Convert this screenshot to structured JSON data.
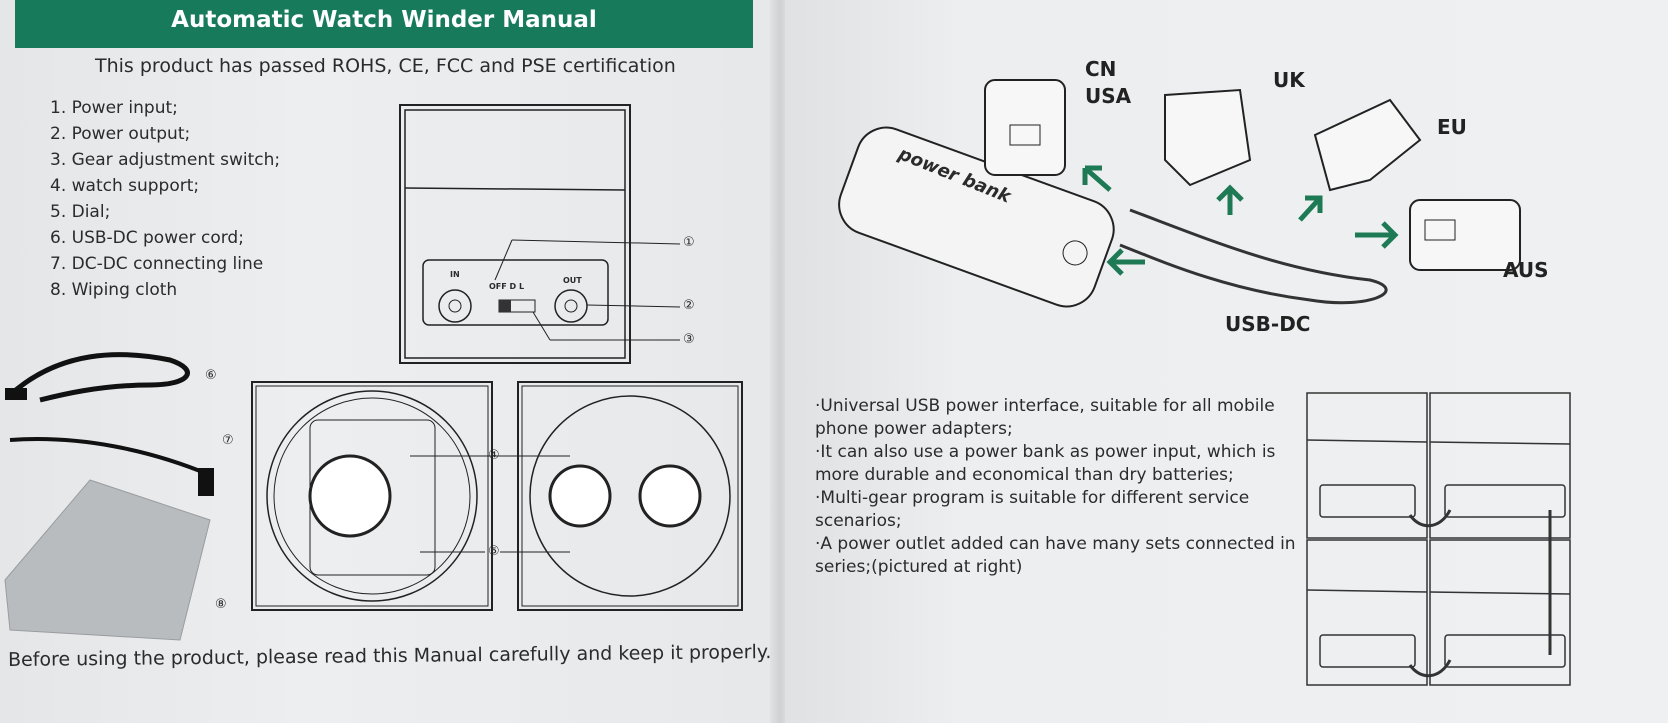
{
  "left_page": {
    "title": "Automatic Watch Winder Manual",
    "certification": "This product has passed ROHS, CE, FCC and PSE certification",
    "parts": [
      "1. Power input;",
      "2. Power output;",
      "3. Gear adjustment switch;",
      "4. watch support;",
      "5. Dial;",
      "6. USB-DC power cord;",
      "7. DC-DC connecting line",
      "8. Wiping cloth"
    ],
    "panel": {
      "in_label": "IN",
      "out_label": "OUT",
      "switch_labels": "OFF D L"
    },
    "callouts": [
      "①",
      "②",
      "③",
      "④",
      "⑤",
      "⑥",
      "⑦",
      "⑧"
    ],
    "footer": "Before using the product, please read this Manual carefully and keep it properly."
  },
  "right_page": {
    "power_bank_label": "power bank",
    "adapters": {
      "cn_usa": [
        "CN",
        "USA"
      ],
      "uk": "UK",
      "eu": "EU",
      "aus": "AUS"
    },
    "cable_label": "USB-DC",
    "bullets": [
      "·Universal USB power interface, suitable for all mobile phone power adapters;",
      "·It can also use a power bank as power input, which is more durable and economical than dry batteries;",
      "·Multi-gear program is suitable for different service scenarios;",
      "·A power outlet added can have many sets connected in series;(pictured at right)"
    ],
    "arrow_color": "#1e7a55"
  }
}
